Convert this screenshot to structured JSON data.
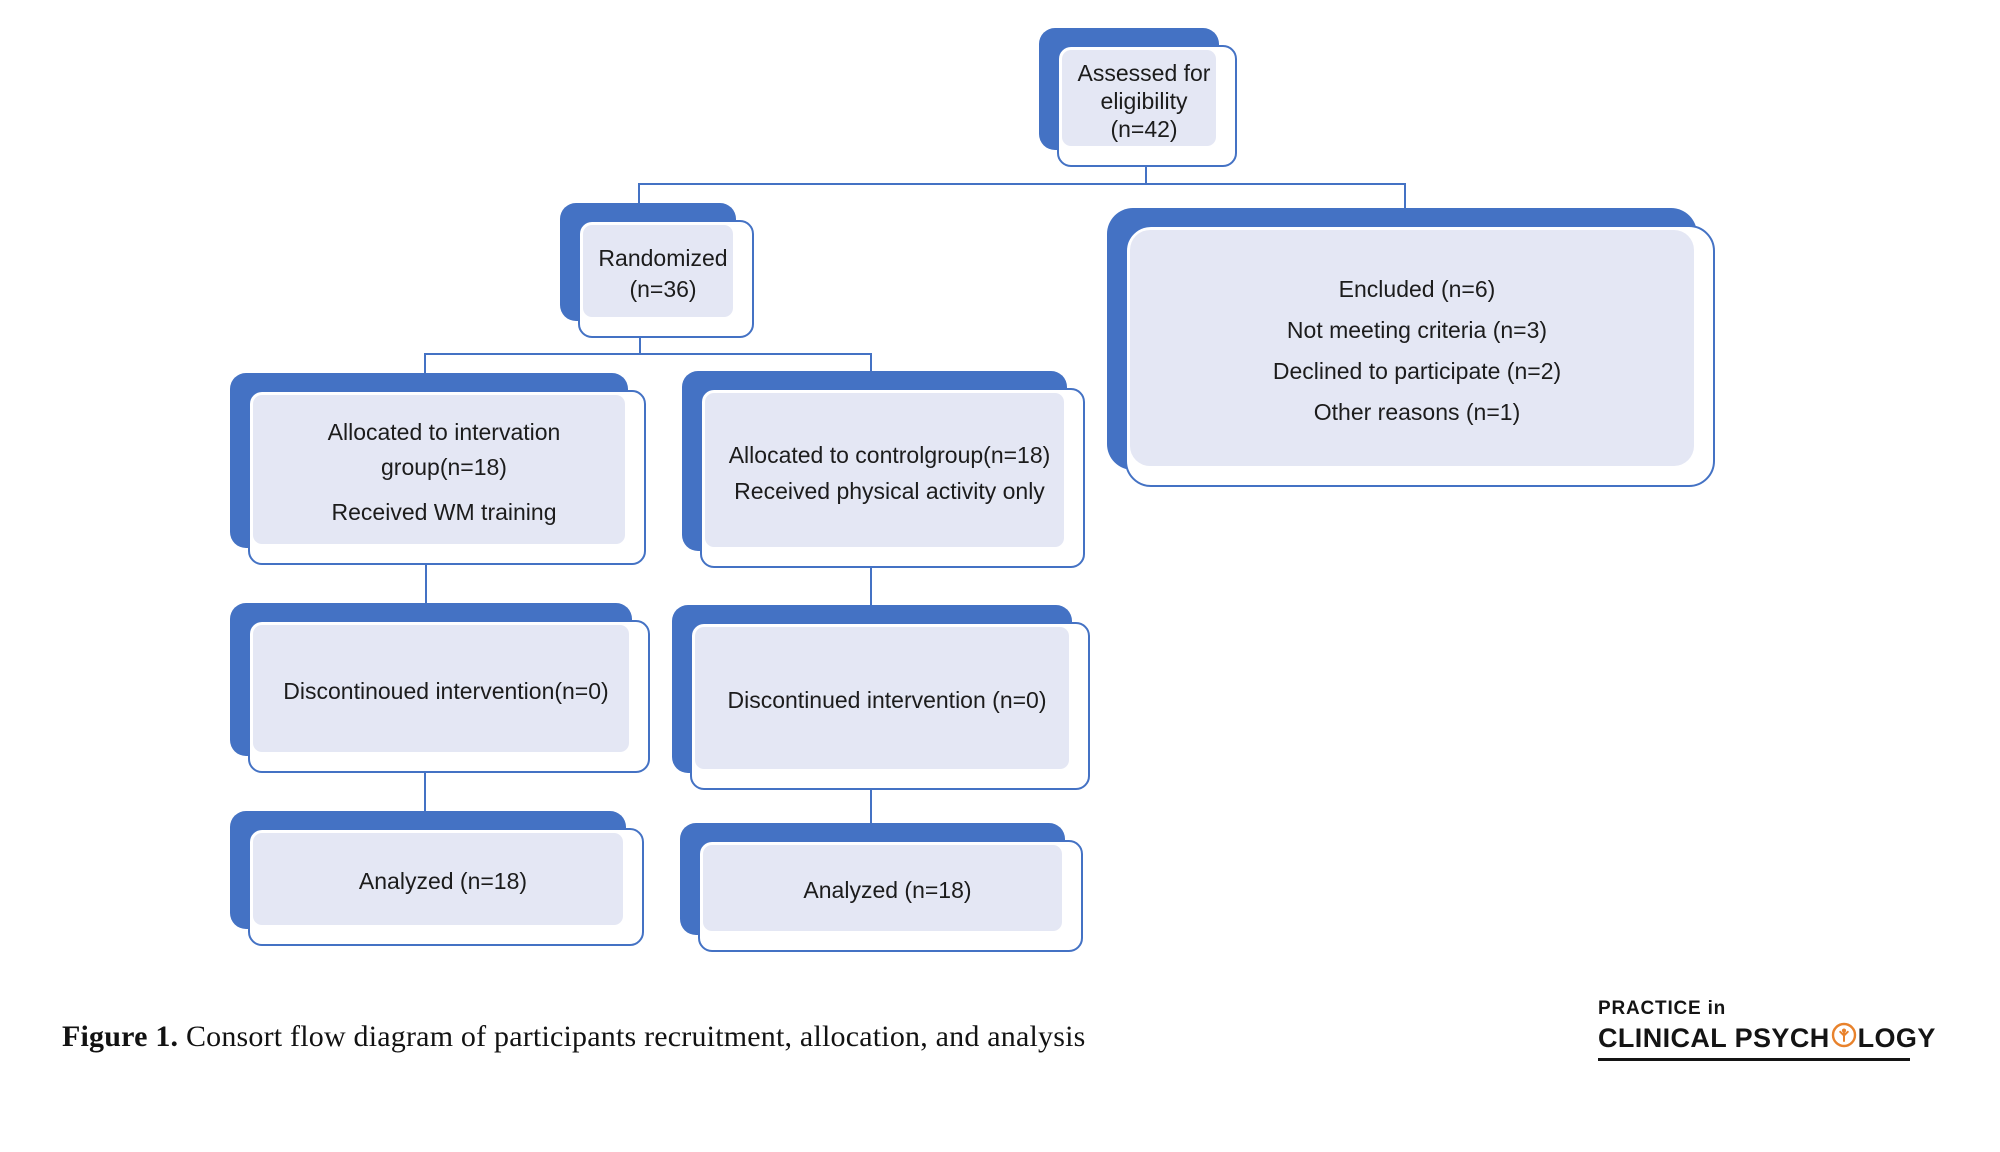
{
  "figure": {
    "boxes": {
      "assessed": {
        "line1": "Assessed for",
        "line2": "eligibility",
        "line3": "(n=42)"
      },
      "randomized": {
        "line1": "Randomized",
        "line2": "(n=36)"
      },
      "excluded": {
        "line1": "Encluded (n=6)",
        "line2": "Not meeting criteria (n=3)",
        "line3": "Declined to participate (n=2)",
        "line4": "Other reasons (n=1)"
      },
      "allocated_intervention": {
        "line1": "Allocated to intervation group(n=18)",
        "line2": "Received WM training"
      },
      "allocated_control": {
        "line1": "Allocated to controlgroup(n=18)",
        "line2": "Received physical activity only"
      },
      "discontinued_intervention": {
        "line1": "Discontinoued intervention(n=0)"
      },
      "discontinued_control": {
        "line1": "Discontinued intervention (n=0)"
      },
      "analyzed_intervention": {
        "line1": "Analyzed (n=18)"
      },
      "analyzed_control": {
        "line1": "Analyzed (n=18)"
      }
    },
    "caption": {
      "label": "Figure 1.",
      "text": "Consort flow diagram of participants recruitment, allocation, and analysis"
    },
    "logo": {
      "top_line": "PRACTICE in",
      "bottom_pre": "CLINICAL PSYCH",
      "bottom_post": "LOGY"
    },
    "colors": {
      "accent_blue": "#4472C4",
      "fill_lavender": "#E4E7F4",
      "logo_orange": "#E8822C",
      "text": "#1c1c1c"
    }
  }
}
